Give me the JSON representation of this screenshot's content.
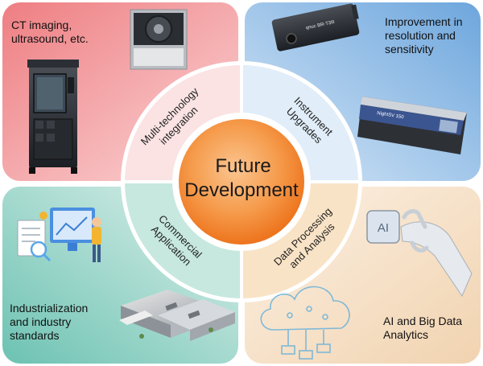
{
  "center": {
    "line1": "Future",
    "line2": "Development"
  },
  "quadrants": {
    "top_left": {
      "caption": [
        "CT imaging,",
        "ultrasound, etc."
      ],
      "ring_label": [
        "Multi-technology",
        "integration"
      ],
      "color_from": "#f08a8c",
      "color_to": "#fbd3d4"
    },
    "top_right": {
      "caption": [
        "Improvement in",
        "resolution and",
        "sensitivity"
      ],
      "ring_label": [
        "Instrument",
        "Upgrades"
      ],
      "color_from": "#7fb1e0",
      "color_to": "#d6e7f7"
    },
    "bottom_left": {
      "caption": [
        "Industrialization",
        "and industry",
        "standards"
      ],
      "ring_label": [
        "Commercial",
        "Application"
      ],
      "color_from": "#8ccfc1",
      "color_to": "#d8efe9"
    },
    "bottom_right": {
      "caption": [
        "AI and Big Data",
        "Analytics"
      ],
      "ring_label": [
        "Data Processing",
        "and Analysis"
      ],
      "color_from": "#f4dcbf",
      "color_to": "#fbeede"
    }
  },
  "devices": {
    "sensor_black": "qnuc BR-T3R",
    "sensor_grey": "NightSV 150"
  },
  "center_color_outer": "#f07a22",
  "center_color_inner": "#f9b77a",
  "ai_chip_text": "AI"
}
